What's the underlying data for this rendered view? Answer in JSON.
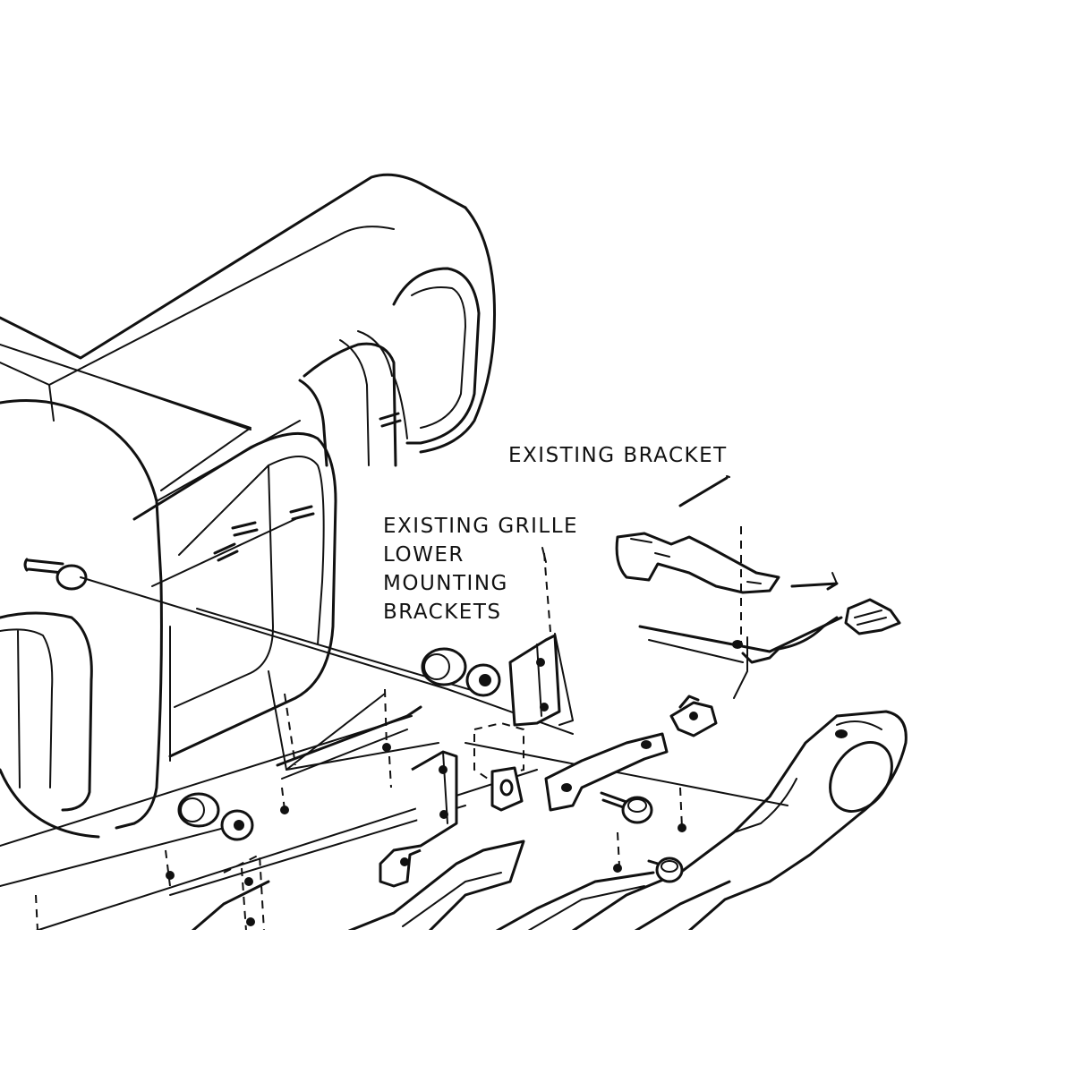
{
  "labels": {
    "existing_bracket": "EXISTING BRACKET",
    "existing_grille_lines": [
      "EXISTING GRILLE",
      "LOWER",
      "MOUNTING",
      "BRACKETS"
    ]
  },
  "colors": {
    "ink": "#111111",
    "paper": "#ffffff"
  }
}
